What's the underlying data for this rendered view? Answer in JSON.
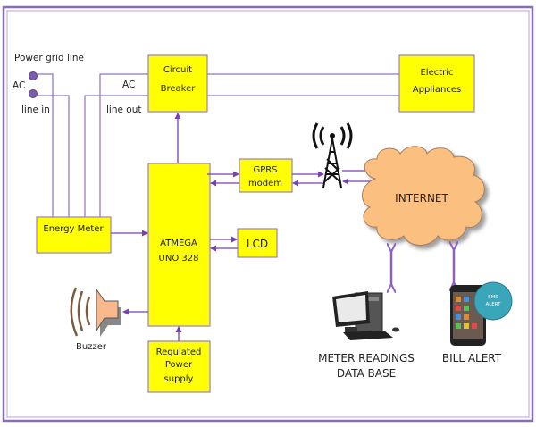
{
  "labels": {
    "power_grid_line": "Power grid line",
    "ac_in": "AC",
    "line_in": "line in",
    "ac_out": "AC",
    "line_out": "line out",
    "buzzer": "Buzzer",
    "db_line1": "METER READINGS",
    "db_line2": "DATA BASE",
    "bill_alert": "BILL ALERT",
    "sms_line1": "SMS",
    "sms_line2": "ALERT"
  },
  "blocks": {
    "circuit_breaker": [
      "Circuit",
      "Breaker"
    ],
    "electric_appliances": [
      "Electric",
      "Appliances"
    ],
    "energy_meter": "Energy Meter",
    "atmega": [
      "ATMEGA",
      "UNO 328"
    ],
    "gprs": [
      "GPRS",
      "modem"
    ],
    "lcd": "LCD",
    "power_supply": [
      "Regulated",
      "Power",
      "supply"
    ],
    "internet": "INTERNET"
  },
  "colors": {
    "block_fill": "#ffff00",
    "wire": "#8e73bd",
    "arrow": "#7a3fb0",
    "cloud": "#fbbf80",
    "frame": "#8a6bb8",
    "sms_badge": "#3aa6b9"
  }
}
